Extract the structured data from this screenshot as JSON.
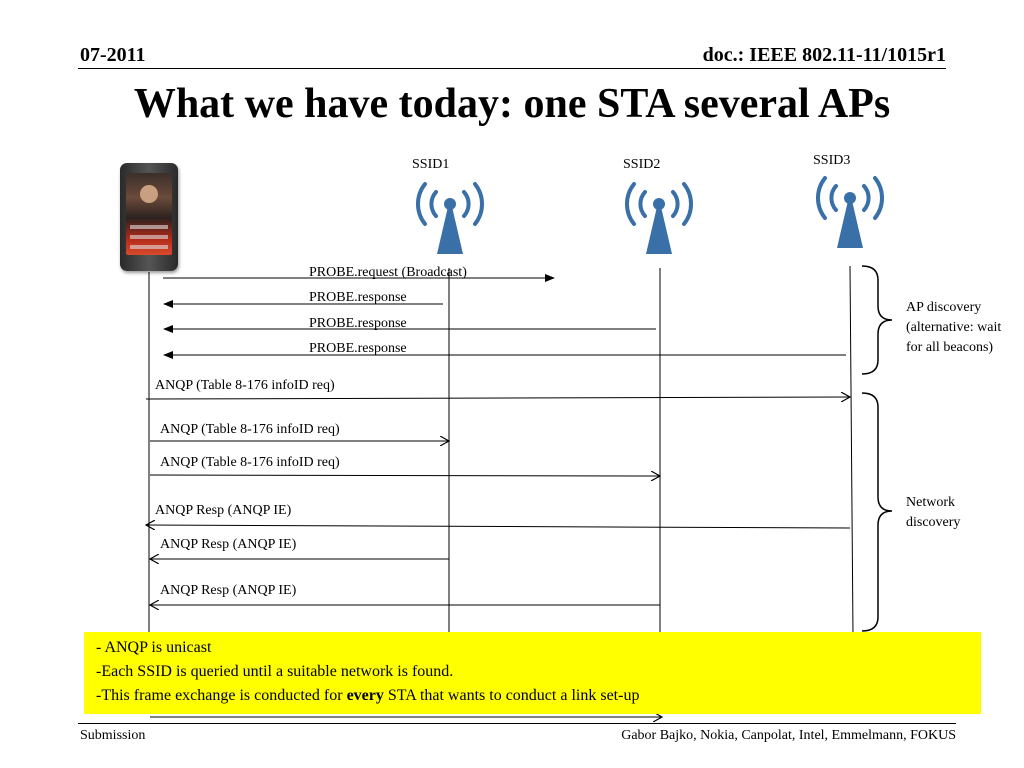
{
  "header": {
    "date": "07-2011",
    "doc": "doc.: IEEE 802.11-11/1015r1"
  },
  "title": "What we have today: one STA several APs",
  "aps": [
    {
      "ssid": "SSID1"
    },
    {
      "ssid": "SSID2"
    },
    {
      "ssid": "SSID3"
    }
  ],
  "messages": [
    {
      "label": "PROBE.request (Broadcast)"
    },
    {
      "label": "PROBE.response"
    },
    {
      "label": "PROBE.response"
    },
    {
      "label": "PROBE.response"
    },
    {
      "label": "ANQP (Table 8-176 infoID req)"
    },
    {
      "label": "ANQP (Table 8-176 infoID req)"
    },
    {
      "label": "ANQP (Table 8-176 infoID req)"
    },
    {
      "label": "ANQP Resp (ANQP IE)"
    },
    {
      "label": "ANQP Resp (ANQP IE)"
    },
    {
      "label": "ANQP Resp (ANQP IE)"
    }
  ],
  "braces": {
    "ap_discovery": "AP discovery\n(alternative: wait\nfor all beacons)",
    "network_discovery": "Network\ndiscovery"
  },
  "note": {
    "line1": "- ANQP is unicast",
    "line2": "-Each SSID is queried until a suitable network is found.",
    "line3_pre": "-This frame exchange is conducted for ",
    "line3_bold": "every",
    "line3_post": " STA that wants to conduct a link set-up"
  },
  "footer": {
    "left": "Submission",
    "right": "Gabor Bajko, Nokia, Canpolat, Intel, Emmelmann, FOKUS"
  },
  "colors": {
    "antenna": "#3a70a8",
    "note_bg": "#ffff00"
  }
}
